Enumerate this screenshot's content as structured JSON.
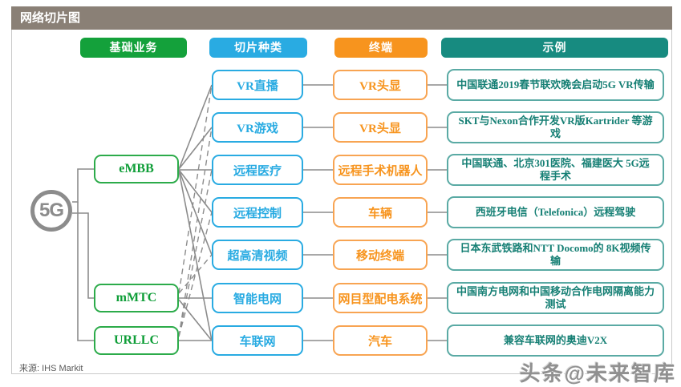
{
  "title": "网络切片图",
  "source": "来源: IHS Markit",
  "watermark": "头条@未来智库",
  "root": {
    "label": "5G"
  },
  "columns": [
    {
      "label": "基础业务",
      "color": "#14a13b"
    },
    {
      "label": "切片种类",
      "color": "#29abe2"
    },
    {
      "label": "终端",
      "color": "#f7941e"
    },
    {
      "label": "示例",
      "color": "#178b80"
    }
  ],
  "services": [
    {
      "label": "eMBB"
    },
    {
      "label": "mMTC"
    },
    {
      "label": "URLLC"
    }
  ],
  "rows": [
    {
      "slice": "VR直播",
      "terminal": "VR头显",
      "example": "中国联通2019春节联欢晚会启动5G VR传输"
    },
    {
      "slice": "VR游戏",
      "terminal": "VR头显",
      "example": "SKT与Nexon合作开发VR版Kartrider 等游戏"
    },
    {
      "slice": "远程医疗",
      "terminal": "远程手术机器人",
      "example": "中国联通、北京301医院、福建医大 5G远程手术"
    },
    {
      "slice": "远程控制",
      "terminal": "车辆",
      "example": "西班牙电信（Telefonica）远程驾驶"
    },
    {
      "slice": "超高清视频",
      "terminal": "移动终端",
      "example": "日本东武铁路和NTT Docomo的 8K视频传输"
    },
    {
      "slice": "智能电网",
      "terminal": "网目型配电系统",
      "example": "中国南方电网和中国移动合作电网隔离能力测试"
    },
    {
      "slice": "车联网",
      "terminal": "汽车",
      "example": "兼容车联网的奥迪V2X"
    }
  ],
  "connections": {
    "solid": [
      "5G→eMBB",
      "5G→mMTC",
      "5G→URLLC",
      "eMBB→VR直播",
      "eMBB→VR游戏",
      "eMBB→远程医疗",
      "eMBB→远程控制",
      "eMBB→超高清视频",
      "eMBB→车联网",
      "mMTC→智能电网",
      "mMTC→车联网",
      "URLLC→车联网"
    ],
    "dashed": [
      "mMTC→VR直播",
      "URLLC→VR游戏",
      "URLLC→远程医疗",
      "URLLC→远程控制",
      "mMTC→超高清视频"
    ]
  },
  "colors": {
    "titlebar": "#8a8076",
    "green": "#14a13b",
    "blue": "#29abe2",
    "orange": "#f7941e",
    "teal": "#178b80",
    "example_border": "#5aaaa4",
    "line_gray": "#8c8c8c"
  }
}
